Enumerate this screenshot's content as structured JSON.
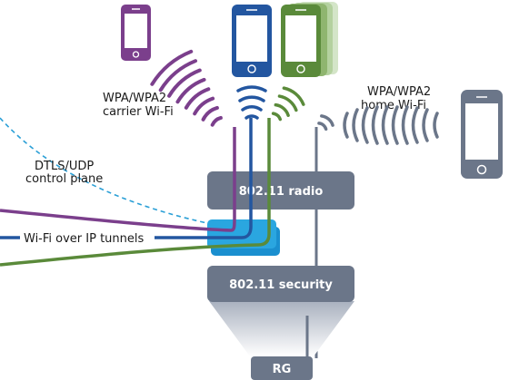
{
  "labels": {
    "carrier_wifi_line1": "WPA/WPA2",
    "carrier_wifi_line2": "carrier Wi-Fi",
    "home_wifi_line1": "WPA/WPA2",
    "home_wifi_line2": "home Wi-Fi",
    "dtls_line1": "DTLS/UDP",
    "dtls_line2": "control plane",
    "tunnels": "Wi-Fi over IP tunnels"
  },
  "boxes": {
    "radio": "802.11 radio",
    "security": "802.11 security",
    "rg": "RG"
  },
  "colors": {
    "purple": "#7b3f8c",
    "blue": "#2356a0",
    "green": "#5a8a3a",
    "gray": "#6b7689",
    "cyan": "#1e9fd8",
    "dash": "#2a9fd6"
  },
  "icons": {
    "phones": [
      "purple-phone-icon",
      "blue-phone-icon",
      "green-phone-stack-icon",
      "gray-phone-icon"
    ],
    "waves": [
      "purple-wifi-waves-icon",
      "blue-wifi-waves-icon",
      "green-wifi-waves-icon",
      "gray-wifi-waves-icon",
      "home-wifi-waves-icon"
    ],
    "tunnel": "tunnel-endpoint-icon"
  }
}
